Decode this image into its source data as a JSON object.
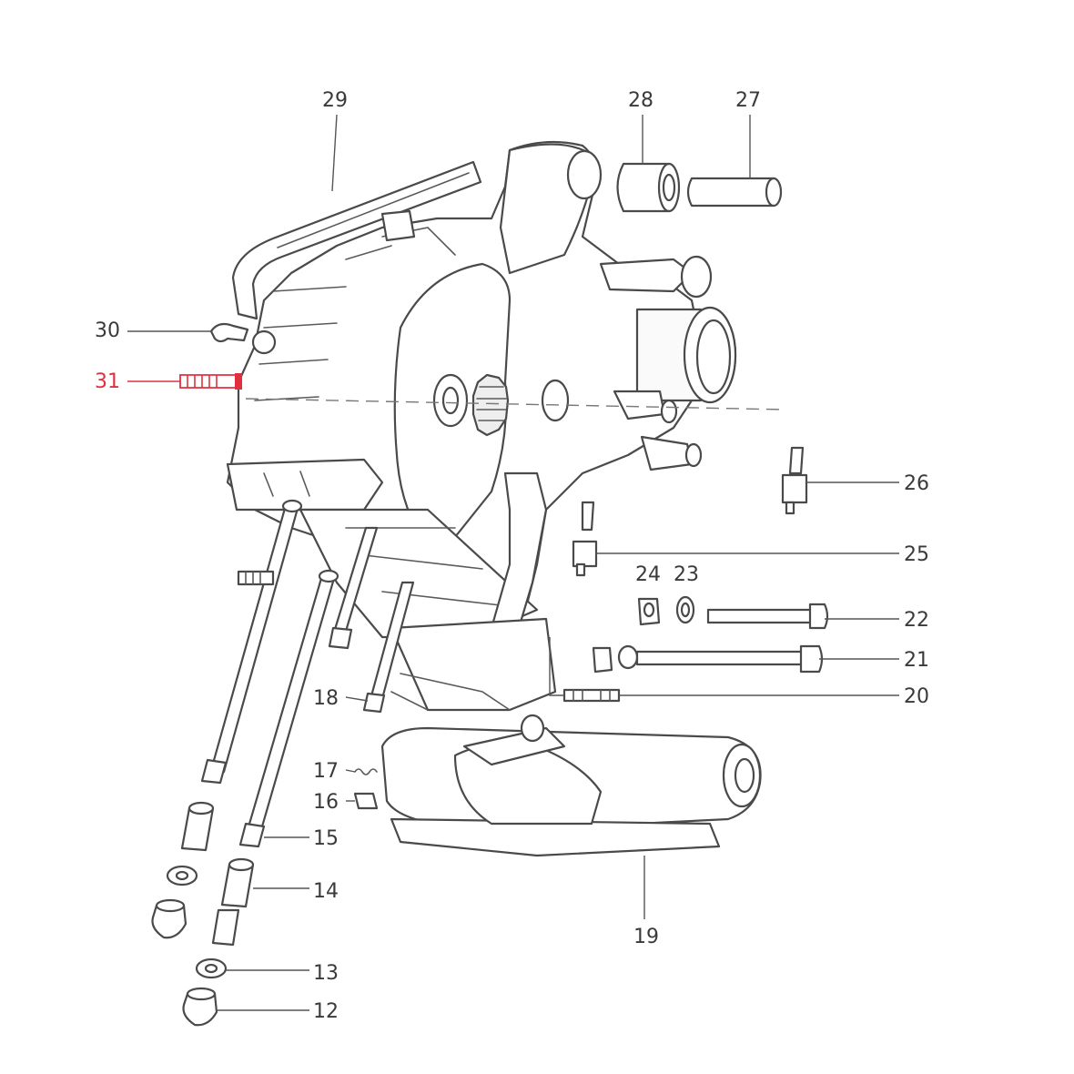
{
  "diagram": {
    "highlight_color": "#e03040",
    "line_color": "#4a4a4a",
    "callouts": {
      "c12": "12",
      "c13": "13",
      "c14": "14",
      "c15": "15",
      "c16": "16",
      "c17": "17",
      "c18": "18",
      "c19": "19",
      "c20": "20",
      "c21": "21",
      "c22": "22",
      "c23": "23",
      "c24": "24",
      "c25": "25",
      "c26": "26",
      "c27": "27",
      "c28": "28",
      "c29": "29",
      "c30": "30",
      "c31": "31"
    }
  }
}
